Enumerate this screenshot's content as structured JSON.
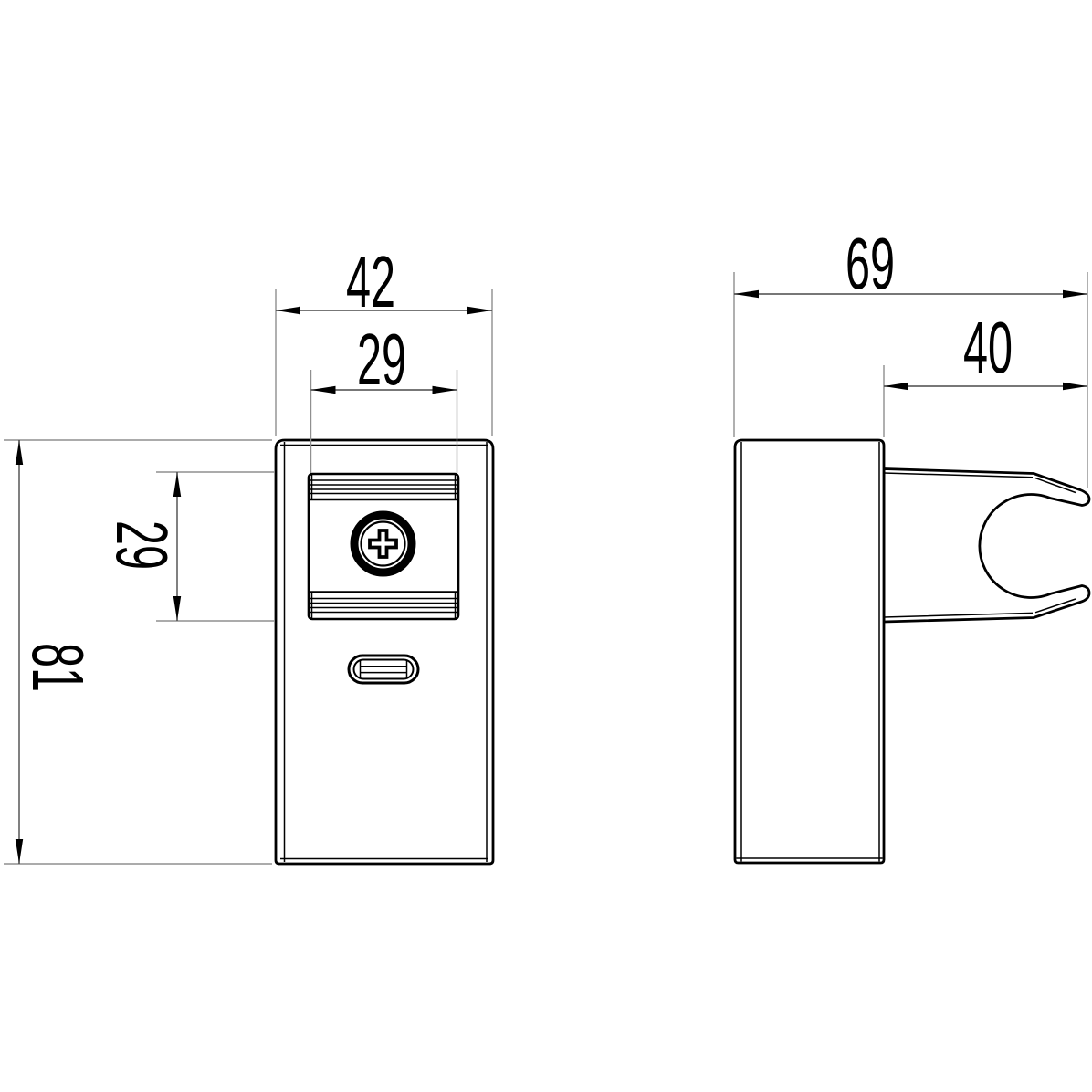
{
  "drawing": {
    "colors": {
      "background": "#ffffff",
      "outline": "#000000",
      "dimension_line": "#4a4a4a",
      "extension_line": "#8f8f8f",
      "text": "#000000"
    },
    "icons": {
      "screw": "phillips-screw-icon",
      "slider": "slider-button-icon",
      "clamp": "handset-clip-profile"
    },
    "dimensions": {
      "front_width": "42",
      "plate_width": "29",
      "plate_height": "29",
      "front_height": "81",
      "side_depth": "69",
      "holder_depth": "40"
    }
  }
}
